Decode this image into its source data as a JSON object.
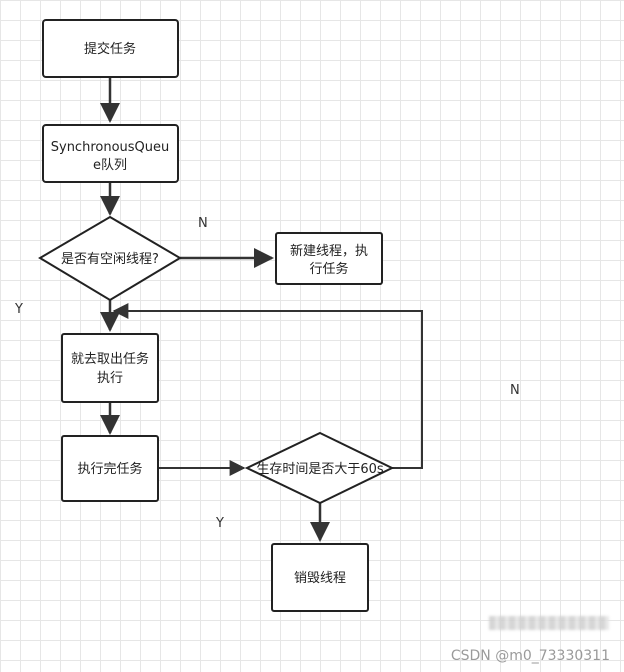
{
  "diagram": {
    "nodes": {
      "submit": "提交任务",
      "queue_line1": "SynchronousQueu",
      "queue_line2": "e队列",
      "decision_idle": "是否有空闲线程?",
      "new_thread_line1": "新建线程，执",
      "new_thread_line2": "行任务",
      "fetch_line1": "就去取出任务",
      "fetch_line2": "执行",
      "done": "执行完任务",
      "decision_time": "生存时间是否大于60s",
      "destroy": "销毁线程"
    },
    "edge_labels": {
      "idle_no": "N",
      "idle_yes": "Y",
      "time_no": "N",
      "time_yes": "Y"
    }
  },
  "watermark": "CSDN @m0_73330311",
  "colors": {
    "stroke": "#222222",
    "arrow": "#333333",
    "grid": "#e6e6e6",
    "watermark": "#9a9a9a"
  }
}
